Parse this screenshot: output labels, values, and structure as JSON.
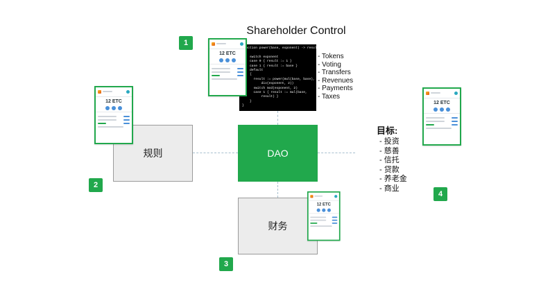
{
  "title": "Shareholder Control",
  "badges": [
    "1",
    "2",
    "3",
    "4"
  ],
  "code": {
    "lines": [
      "function power(base, exponent) -> result",
      "{",
      "    switch exponent",
      "    case 0 { result := 1 }",
      "    case 1 { result := base }",
      "    default",
      "    {",
      "      result := power(mul(base, base),",
      "          div(exponent, 2))",
      "      switch mod(exponent, 2)",
      "      case 1 { result := mul(base,",
      "          result) }",
      "    }",
      "}"
    ]
  },
  "features": [
    "- Tokens",
    "- Voting",
    "- Transfers",
    "- Revenues",
    "- Payments",
    "- Taxes"
  ],
  "nodes": {
    "left": "规则",
    "center": "DAO",
    "bottom": "财务"
  },
  "goals": {
    "title": "目标:",
    "items": [
      "- 投资",
      "- 慈善",
      "- 信托",
      "- 贷款",
      "- 养老金",
      "- 商业"
    ]
  },
  "phone": {
    "balance": "12 ETC"
  },
  "colors": {
    "green": "#21a84c",
    "code_bg": "#000000",
    "connector": "#a6bfce",
    "box_gray": "#ececec"
  }
}
